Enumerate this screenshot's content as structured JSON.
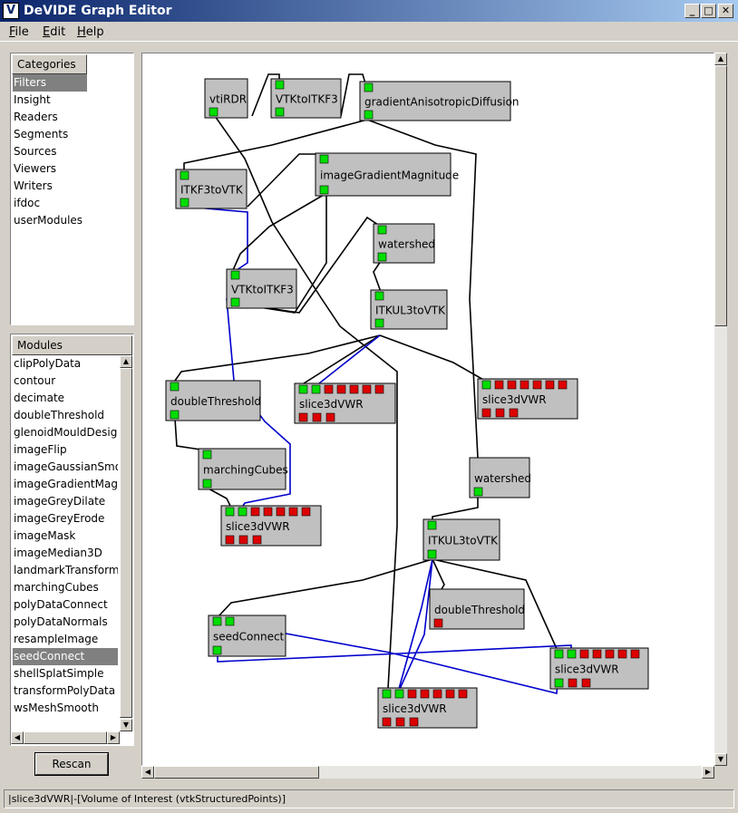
{
  "window": {
    "title": "DeVIDE Graph Editor",
    "app_icon_glyph": "V",
    "buttons": {
      "minimize": "_",
      "maximize": "□",
      "close": "✕"
    }
  },
  "menubar": {
    "items": [
      {
        "label": "File",
        "mnemonic": "F",
        "rest": "ile"
      },
      {
        "label": "Edit",
        "mnemonic": "E",
        "rest": "dit"
      },
      {
        "label": "Help",
        "mnemonic": "H",
        "rest": "elp"
      }
    ]
  },
  "categories": {
    "header": "Categories",
    "items": [
      "Filters",
      "Insight",
      "Readers",
      "Segments",
      "Sources",
      "Viewers",
      "Writers",
      "ifdoc",
      "userModules"
    ],
    "selected": "Filters"
  },
  "modules": {
    "header": "Modules",
    "items": [
      "clipPolyData",
      "contour",
      "decimate",
      "doubleThreshold",
      "glenoidMouldDesign",
      "imageFlip",
      "imageGaussianSmoo",
      "imageGradientMagni",
      "imageGreyDilate",
      "imageGreyErode",
      "imageMask",
      "imageMedian3D",
      "landmarkTransform",
      "marchingCubes",
      "polyDataConnect",
      "polyDataNormals",
      "resampleImage",
      "seedConnect",
      "shellSplatSimple",
      "transformPolyData",
      "wsMeshSmooth"
    ],
    "selected": "seedConnect"
  },
  "rescan_label": "Rescan",
  "status_text": "|slice3dVWR|-[Volume of Interest (vtkStructuredPoints)]",
  "colors": {
    "port_connected": "#00dd00",
    "port_unconnected": "#dd0000",
    "glyph_fill": "#c0c0c0",
    "link_black": "#000000",
    "link_blue": "#0000cc",
    "selection": "#808080",
    "titlebar_start": "#0a246a",
    "titlebar_end": "#a6caf0"
  },
  "icons": {
    "scroll_up": "scroll-up-arrow-icon",
    "scroll_down": "scroll-down-arrow-icon",
    "scroll_left": "scroll-left-arrow-icon",
    "scroll_right": "scroll-right-arrow-icon"
  },
  "graph": {
    "modules": [
      {
        "id": "vtiRDR",
        "label": "vtiRDR"
      },
      {
        "id": "VTKtoITKF3_a",
        "label": "VTKtoITKF3"
      },
      {
        "id": "gradAniso",
        "label": "gradientAnisotropicDiffusion"
      },
      {
        "id": "ITKF3toVTK",
        "label": "ITKF3toVTK"
      },
      {
        "id": "imgGradMag",
        "label": "imageGradientMagnitude"
      },
      {
        "id": "watershed_a",
        "label": "watershed"
      },
      {
        "id": "VTKtoITKF3_b",
        "label": "VTKtoITKF3"
      },
      {
        "id": "ITKUL3toVTK_a",
        "label": "ITKUL3toVTK"
      },
      {
        "id": "doubleThreshold_a",
        "label": "doubleThreshold"
      },
      {
        "id": "slice_a",
        "label": "slice3dVWR"
      },
      {
        "id": "slice_b",
        "label": "slice3dVWR"
      },
      {
        "id": "marchingCubes",
        "label": "marchingCubes"
      },
      {
        "id": "watershed_b",
        "label": "watershed"
      },
      {
        "id": "slice_c",
        "label": "slice3dVWR"
      },
      {
        "id": "ITKUL3toVTK_b",
        "label": "ITKUL3toVTK"
      },
      {
        "id": "doubleThreshold_b",
        "label": "doubleThreshold"
      },
      {
        "id": "seedConnect",
        "label": "seedConnect"
      },
      {
        "id": "slice_d",
        "label": "slice3dVWR"
      },
      {
        "id": "slice_e",
        "label": "slice3dVWR"
      }
    ]
  }
}
